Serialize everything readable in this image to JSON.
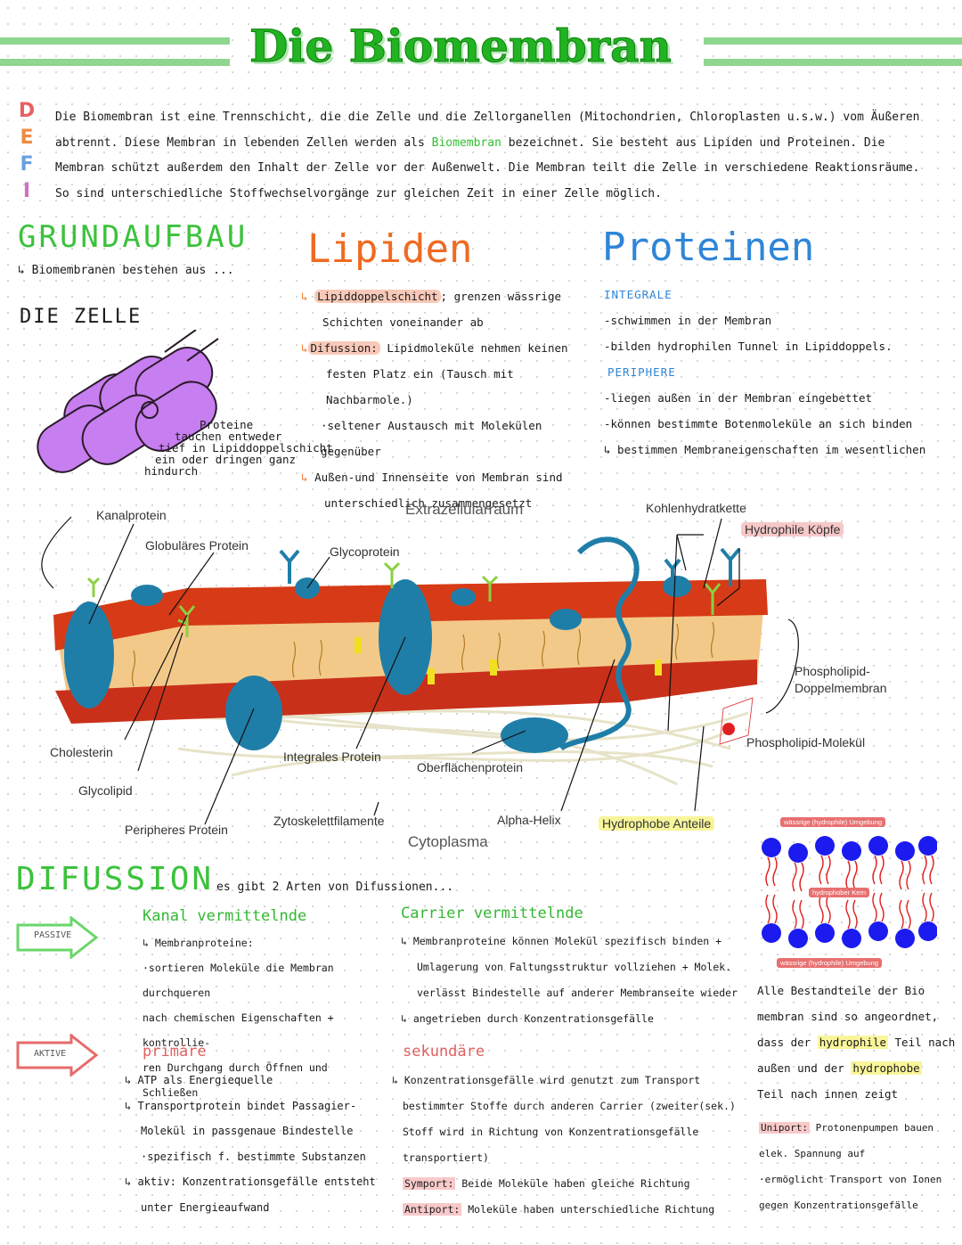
{
  "title": "Die Biomembran",
  "defi": {
    "letters": [
      "D",
      "E",
      "F",
      "I"
    ],
    "text_before": "Die Biomembran ist eine Trennschicht, die die Zelle und die Zellorganellen (Mitochondrien, Chloroplasten u.s.w.) vom Äußeren abtrennt. Diese Membran in lebenden Zellen werden als ",
    "highlight": "Biomembran",
    "text_after": " bezeichnet. Sie besteht aus Lipiden und Proteinen. Die Membran schützt außerdem den Inhalt der Zelle vor der Außenwelt. Die Membran teilt die Zelle in verschiedene Reaktionsräume. So sind unterschiedliche Stoffwechselvorgänge zur gleichen Zeit in einer Zelle möglich."
  },
  "grundaufbau": {
    "heading": "GRUNDAUFBAU",
    "sub": "↳ Biomembranen bestehen aus ...",
    "zelle_label": "DIE ZELLE",
    "zelle_note": [
      "Proteine",
      "tauchen entweder",
      "tief in Lipiddoppelschicht",
      "ein oder dringen ganz",
      "hindurch"
    ]
  },
  "lipiden": {
    "heading": "Lipiden",
    "items": [
      {
        "arrow": "↳",
        "key": "Lipiddoppelschicht",
        "rest": "; grenzen wässrige"
      },
      {
        "arrow": "",
        "key": "",
        "rest": "Schichten voneinander ab"
      },
      {
        "arrow": "↳",
        "key": "Difussion:",
        "rest": " Lipidmoleküle nehmen keinen"
      },
      {
        "arrow": "",
        "key": "",
        "rest": "festen Platz ein (Tausch mit Nachbarmole.)"
      },
      {
        "arrow": "",
        "key": "",
        "rest": "·seltener Austausch mit Molekülen gegenüber"
      },
      {
        "arrow": "↳",
        "key": "",
        "rest": "Außen-und Innenseite von Membran sind"
      },
      {
        "arrow": "",
        "key": "",
        "rest": "unterschiedlich zusammengesetzt"
      }
    ]
  },
  "proteinen": {
    "heading": "Proteinen",
    "integrale": "INTEGRALE",
    "integrale_items": [
      "-schwimmen in der Membran",
      "-bilden hydrophilen Tunnel in Lipiddoppels."
    ],
    "periphere": "PERIPHERE",
    "periphere_items": [
      "-liegen außen in der Membran eingebettet",
      "-können bestimmte Botenmoleküle an sich binden",
      "↳ bestimmen Membraneigenschaften im wesentlichen"
    ]
  },
  "diagram": {
    "labels": {
      "kanalprotein": "Kanalprotein",
      "globulares": "Globuläres Protein",
      "glycoprotein": "Glycoprotein",
      "extra": "Extrazellularraum",
      "kohlen": "Kohlenhydratkette",
      "hydrophile": "Hydrophile Köpfe",
      "phospho_doppel": "Phospholipid-\nDoppelmembran",
      "phospho_mol": "Phospholipid-Molekül",
      "cholesterin": "Cholesterin",
      "glycolipid": "Glycolipid",
      "integrales": "Integrales Protein",
      "oberflaeche": "Oberflächenprotein",
      "peripheres": "Peripheres Protein",
      "zytoskelett": "Zytoskelettfilamente",
      "alpha": "Alpha-Helix",
      "hydrophobe": "Hydrophobe Anteile",
      "cytoplasma": "Cytoplasma"
    }
  },
  "difussion": {
    "heading": "DIFUSSION",
    "sub": "es gibt 2 Arten von Difussionen...",
    "passive_badge": "PASSIVE",
    "aktive_badge": "AKTIVE",
    "kanal": {
      "heading": "Kanal vermittelnde",
      "lines": [
        "↳ Membranproteine:",
        "·sortieren Moleküle die Membran durchqueren",
        "nach chemischen Eigenschaften + kontrollie-",
        "ren Durchgang durch Öffnen und Schließen"
      ]
    },
    "carrier": {
      "heading": "Carrier vermittelnde",
      "lines": [
        "↳ Membranproteine können Molekül spezifisch binden +",
        "Umlagerung von Faltungsstruktur vollziehen + Molek.",
        "verlässt Bindestelle auf anderer Membranseite wieder",
        "↳ angetrieben durch Konzentrationsgefälle"
      ]
    },
    "primaere": {
      "heading": "primäre",
      "lines": [
        "↳ ATP als Energiequelle",
        "↳ Transportprotein bindet Passagier-",
        "Molekül in passgenaue Bindestelle",
        "·spezifisch f. bestimmte Substanzen",
        "↳ aktiv: Konzentrationsgefälle entsteht",
        "unter Energieaufwand"
      ]
    },
    "sekundaere": {
      "heading": "sekundäre",
      "lines": [
        "↳ Konzentrationsgefälle wird genutzt zum Transport",
        "bestimmter Stoffe durch anderen Carrier (zweiter(sek.)",
        "Stoff wird in Richtung von Konzentrationsgefälle",
        "transportiert)"
      ],
      "symport_key": "Symport:",
      "symport_text": " Beide Moleküle haben gleiche Richtung",
      "antiport_key": "Antiport:",
      "antiport_text": " Moleküle haben unterschiedliche Richtung"
    },
    "side": {
      "top_label": "wässrige (hydrophile) Umgebung",
      "core_label": "hydrophober Kern",
      "bottom_label": "wässrige (hydrophile) Umgebung",
      "l1": "Alle Bestandteile der Bio",
      "l2": "membran sind so angeordnet,",
      "l3a": "dass der ",
      "l3hl": "hydrophile",
      "l3b": " Teil nach",
      "l4a": "außen und der ",
      "l4hl": "hydrophobe",
      "l5": "Teil nach innen zeigt",
      "uniport_key": "Uniport:",
      "uniport_text": " Protonenpumpen bauen",
      "u2": "elek. Spannung auf",
      "u3": "·ermöglicht Transport von Ionen",
      "u4": "gegen Konzentrationsgefälle"
    }
  },
  "colors": {
    "green": "#2fbf2f",
    "membrane_red": "#d63a16",
    "protein_blue": "#1f7ea8",
    "cell_purple": "#c77ef0"
  }
}
